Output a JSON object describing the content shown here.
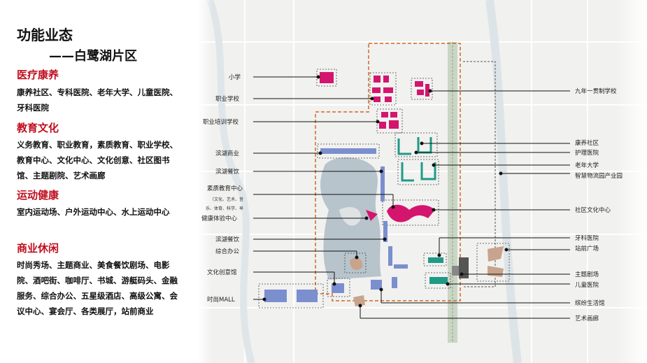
{
  "title": "功能业态",
  "subtitle": "——白鹭湖片区",
  "sections": [
    {
      "heading": "医疗康养",
      "body": "康养社区、专科医院、老年大学、儿童医院、牙科医院"
    },
    {
      "heading": "教育文化",
      "body": "义务教育、职业教育，素质教育、职业学校、教育中心、文化中心、文化创意、社区图书馆、主题剧院、艺术画廊"
    },
    {
      "heading": "运动健康",
      "body": "室内运动场、户外运动中心、水上运动中心"
    },
    {
      "heading": "商业休闲",
      "body": "时尚秀场、主题商业、美食餐饮剧场、电影院、酒吧街、咖啡厅、书城、游艇码头、金融服务、综合办公、五星级酒店、高级公寓、会议中心、宴会厅、各类展厅，站前商业"
    }
  ],
  "map_labels_left": [
    "小学",
    "职业学校",
    "职业培训学校",
    "滨湖商业",
    "滨湖餐饮",
    "素质教育中心",
    "（文化、艺术、音",
    "乐、体育、科学、早",
    "健康体验中心",
    "滨湖餐饮",
    "综合办公",
    "文化创意馆",
    "时尚MALL"
  ],
  "map_labels_right": [
    "九年一贯制学校",
    "康养社区",
    "护理医院",
    "老年大学",
    "智慧物流园产业园",
    "社区文化中心",
    "牙科医院",
    "站前广场",
    "主题剧场",
    "儿童医院",
    "缤纷生活馆",
    "艺术画廊"
  ],
  "colors": {
    "accent_red": "#c00d1e",
    "education": "#d4156e",
    "healthcare": "#1f9a86",
    "commerce": "#7b8fcf",
    "culture": "#c8a48c",
    "boundary": "#d2691e",
    "water": "#b8c4cc"
  }
}
